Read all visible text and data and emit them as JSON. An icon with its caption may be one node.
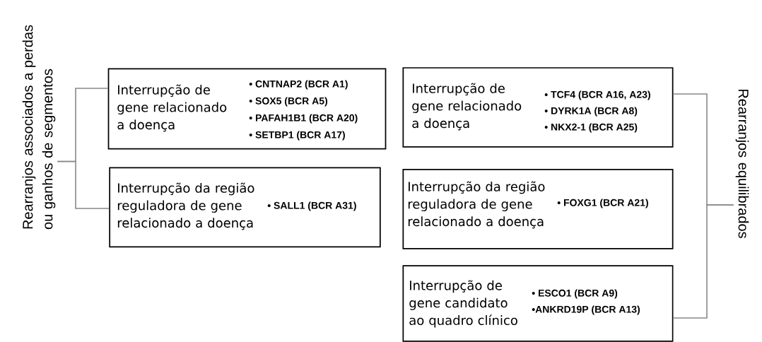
{
  "diagram": {
    "nodes": [
      {
        "text": [
          "Rearranjos associados a perdas ou ganhos de segmentos"
        ]
      },
      {
        "text": [
          "Interrupção de gene relacionado a doença",
          "• CNTNAP2 (BCR A1)",
          "• SOX5 (BCR A5)",
          "• PAFAH1B1 (BCR A20)",
          "• SETBP1 (BCR A17)"
        ]
      },
      {
        "text": [
          "Interrupção da região reguladora de gene relacionado a doença",
          "• SALL1 (BCR A31)"
        ]
      },
      {
        "text": [
          "Interrupção de gene relacionado a doença",
          "• TCF4 (BCR A16, A23)",
          "• DYRK1A (BCR A8)",
          "• NKX2-1 (BCR A25)"
        ]
      },
      {
        "text": [
          "Interrupção da região reguladora de gene relacionado a doença",
          "• FOXG1 (BCR A21)"
        ]
      },
      {
        "text": [
          "Interrupção de gene candidato ao quadro clínico",
          "• ESCO1 (BCR A9)",
          "•ANKRD19P (BCR A13)"
        ]
      },
      {
        "text": [
          "Rearranjos equilibrados"
        ]
      }
    ],
    "edges": [
      {
        "from": 0,
        "to": 1,
        "arrow": "none"
      },
      {
        "from": 0,
        "to": 2,
        "arrow": "none"
      },
      {
        "from": 6,
        "to": 3,
        "arrow": "none"
      },
      {
        "from": 6,
        "to": 5,
        "arrow": "none"
      }
    ]
  }
}
